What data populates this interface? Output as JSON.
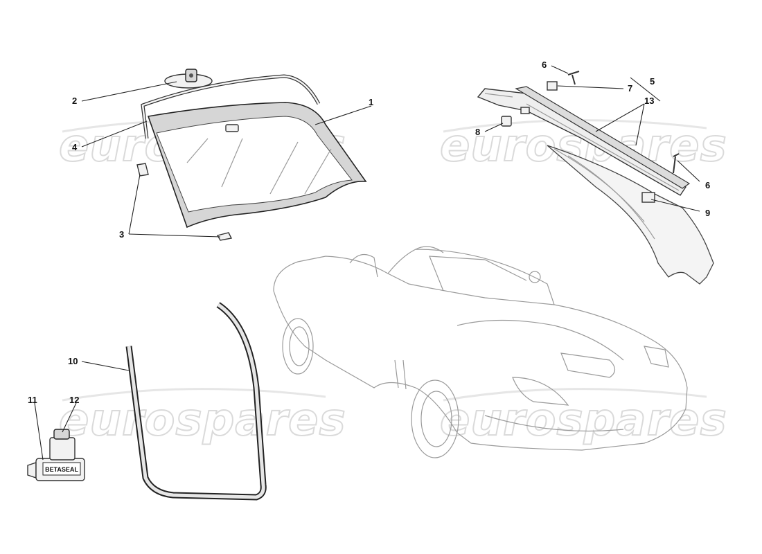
{
  "watermark": {
    "text": "eurospares"
  },
  "product_label": "BETASEAL",
  "callouts": [
    "1",
    "2",
    "3",
    "4",
    "5",
    "6",
    "6",
    "7",
    "8",
    "9",
    "10",
    "11",
    "12",
    "13"
  ],
  "colors": {
    "line": "#222222",
    "car_outline": "#9a9a9a",
    "watermark_stroke": "#dadada",
    "glass_band": "#d6d6d6"
  }
}
